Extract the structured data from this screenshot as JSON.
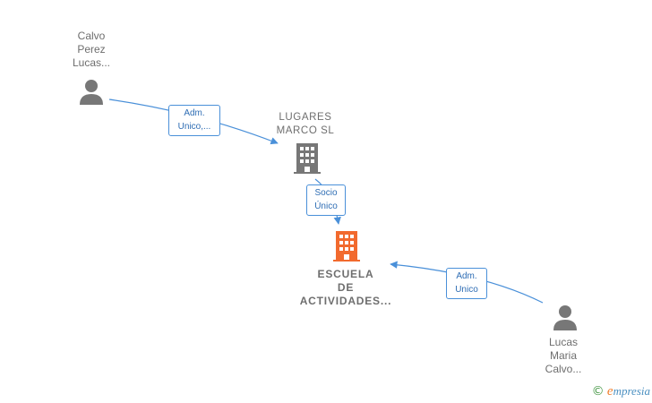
{
  "nodes": {
    "person_a": {
      "lines": [
        "Calvo",
        "Perez",
        "Lucas..."
      ],
      "icon": "person-icon"
    },
    "company_parent": {
      "lines": [
        "LUGARES",
        "MARCO  SL"
      ],
      "icon": "building-icon"
    },
    "company_focus": {
      "lines": [
        "ESCUELA",
        "DE",
        "ACTIVIDADES..."
      ],
      "icon": "building-icon",
      "color": "#f26a2e"
    },
    "person_b": {
      "lines": [
        "Lucas",
        "Maria",
        "Calvo..."
      ],
      "icon": "person-icon"
    }
  },
  "edges": {
    "a_to_parent": [
      "Adm.",
      "Unico,..."
    ],
    "parent_to_focus": [
      "Socio",
      "Único"
    ],
    "b_to_focus": [
      "Adm.",
      "Unico"
    ]
  },
  "colors": {
    "edge": "#4a90d9",
    "node_icon": "#777777",
    "focus_icon": "#f26a2e"
  },
  "brand": {
    "copyright": "©",
    "first_letter": "e",
    "rest": "mpresia"
  }
}
